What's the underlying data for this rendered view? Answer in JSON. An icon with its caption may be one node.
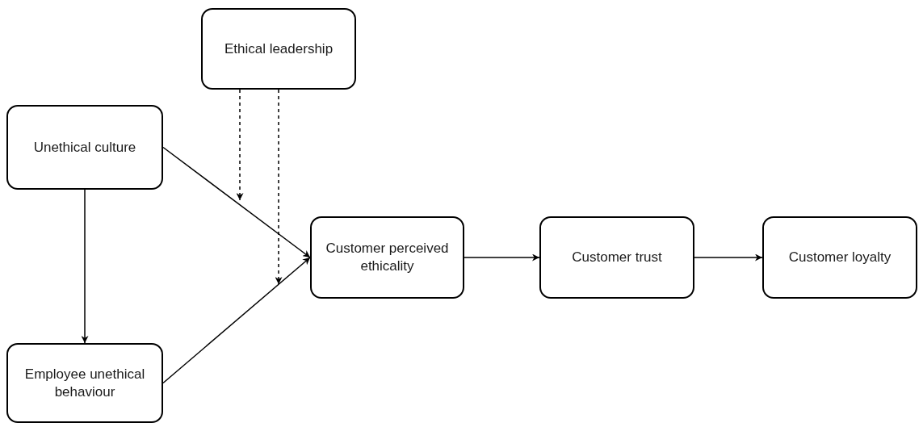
{
  "diagram": {
    "nodes": [
      {
        "text": [
          "Ethical leadership"
        ]
      },
      {
        "text": [
          "Unethical culture"
        ]
      },
      {
        "text": [
          "Employee unethical behaviour"
        ]
      },
      {
        "text": [
          "Customer perceived ethicality"
        ]
      },
      {
        "text": [
          "Customer trust"
        ]
      },
      {
        "text": [
          "Customer loyalty"
        ]
      }
    ],
    "edges": [
      {
        "from": 1,
        "to": 3,
        "arrow": "to"
      },
      {
        "from": 2,
        "to": 3,
        "arrow": "to"
      },
      {
        "from": 1,
        "to": 2,
        "arrow": "to"
      },
      {
        "from": 3,
        "to": 4,
        "arrow": "to"
      },
      {
        "from": 4,
        "to": 5,
        "arrow": "to"
      },
      {
        "from": 0,
        "to": null,
        "arrow": "to",
        "style": "dashed"
      },
      {
        "from": 0,
        "to": null,
        "arrow": "to",
        "style": "dashed"
      }
    ]
  }
}
